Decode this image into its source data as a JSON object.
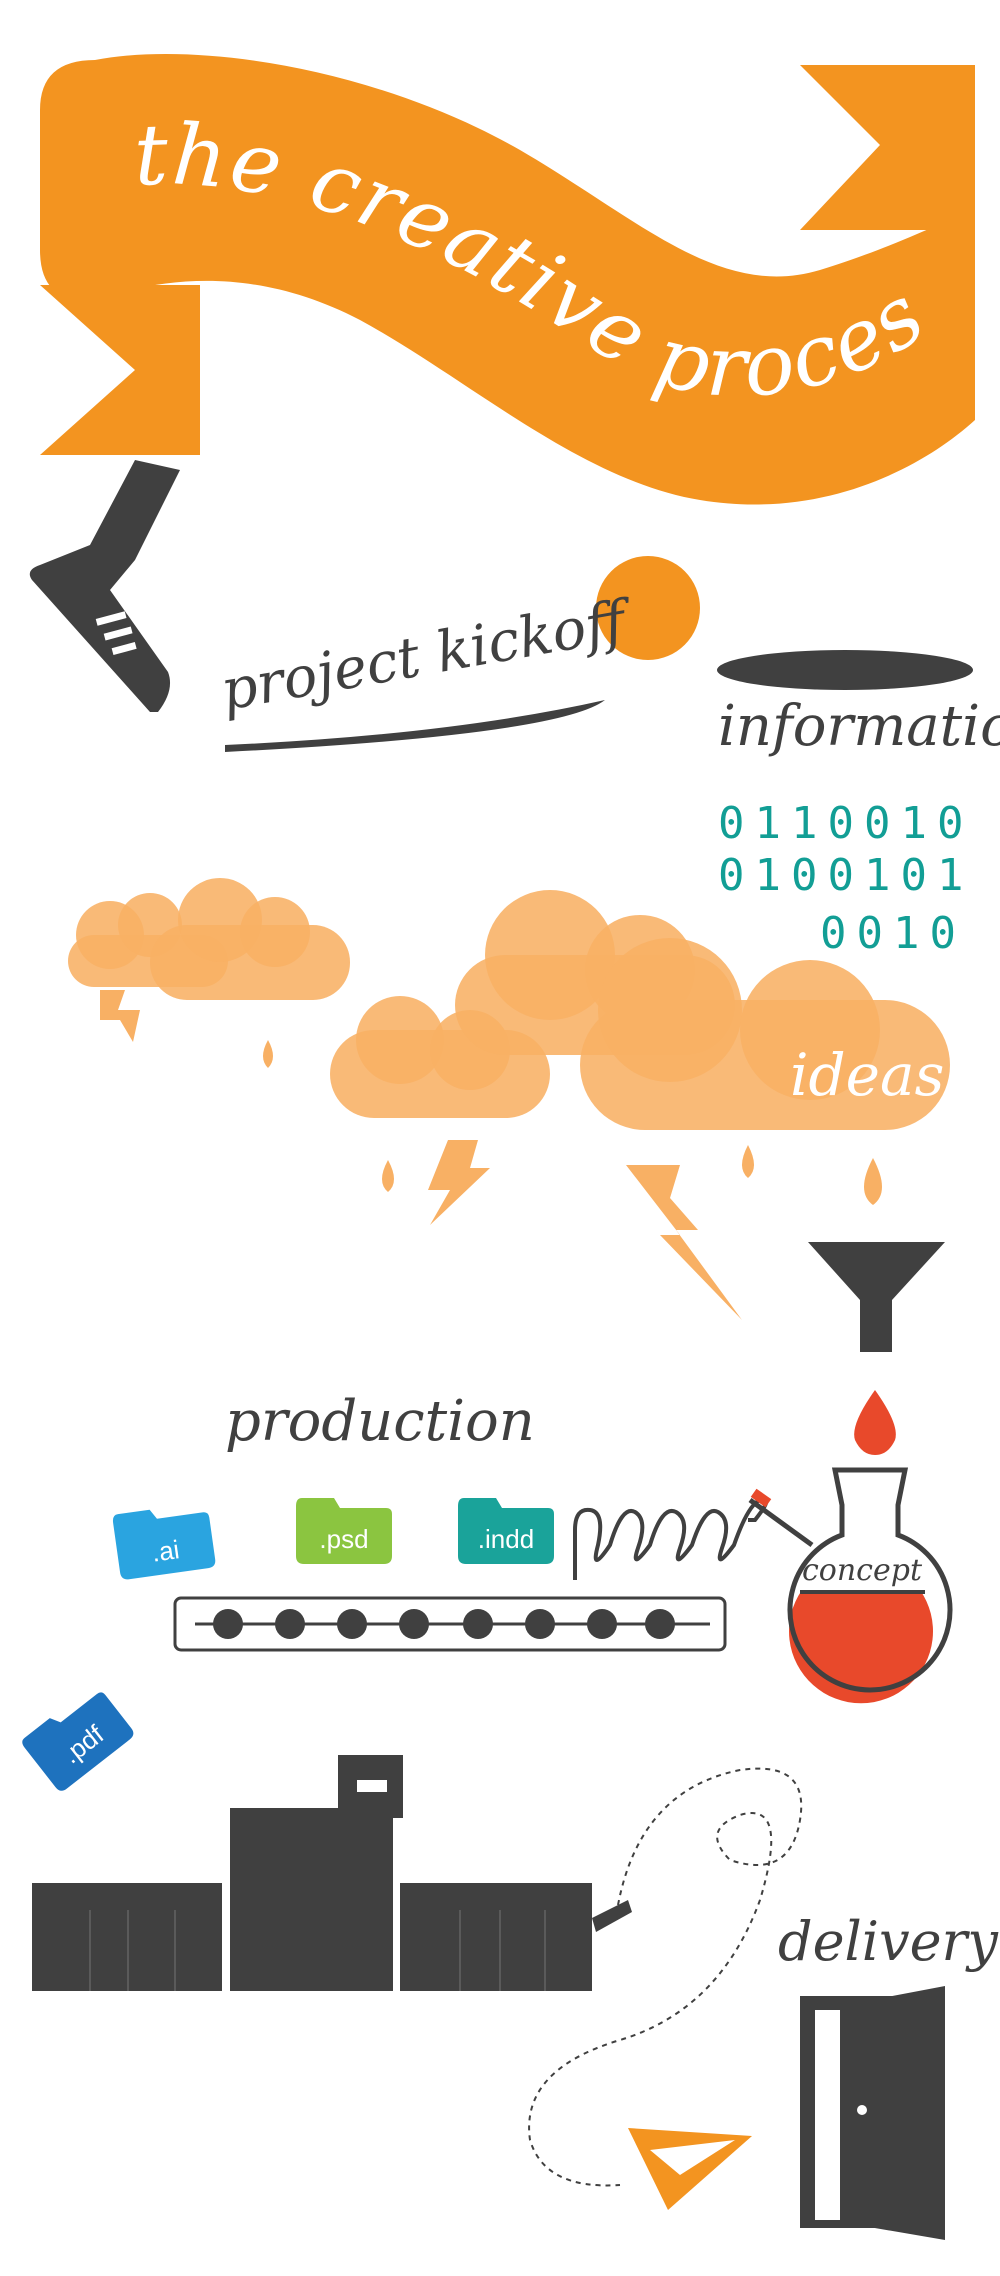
{
  "banner": {
    "title": "the creative process"
  },
  "stages": {
    "kickoff": "project kickoff",
    "information": "information",
    "ideas": "ideas",
    "production": "production",
    "concept": "concept",
    "delivery": "delivery"
  },
  "binary": [
    "0110010",
    "0100101",
    "0010"
  ],
  "files": {
    "ai": ".ai",
    "psd": ".psd",
    "indd": ".indd",
    "pdf": ".pdf"
  },
  "colors": {
    "orange": "#F39420",
    "cloud": "#F8B064",
    "dark": "#404040",
    "teal": "#129E95",
    "blue": "#2AA4E0",
    "green": "#8BC540",
    "tealFolder": "#1AA39A",
    "darkBlue": "#1E72BE",
    "red": "#E8492B"
  },
  "icons": [
    "sneaker-icon",
    "ball-icon",
    "hole-icon",
    "cloud-icon",
    "lightning-icon",
    "raindrop-icon",
    "funnel-icon",
    "flask-icon",
    "coil-icon",
    "folder-icon",
    "conveyor-icon",
    "printer-icon",
    "paper-plane-icon",
    "door-icon"
  ]
}
